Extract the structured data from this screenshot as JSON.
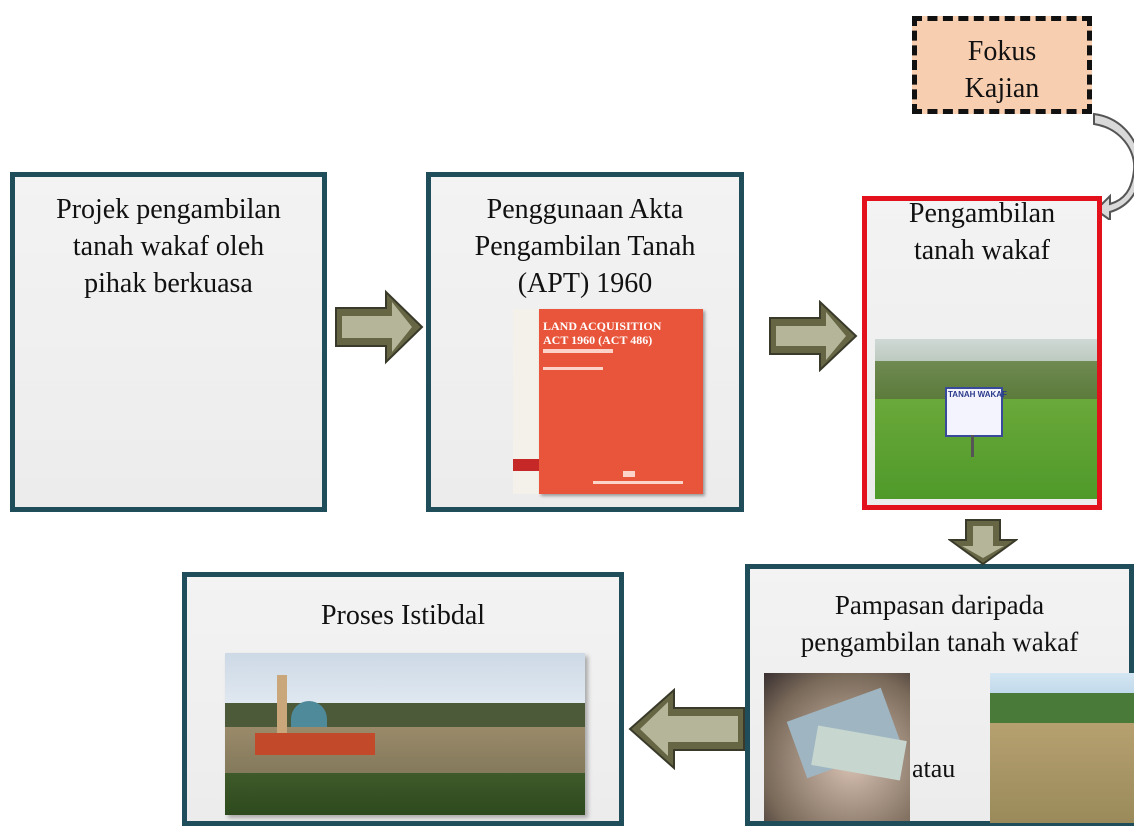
{
  "focus": {
    "line1": "Fokus",
    "line2": "Kajian"
  },
  "boxes": {
    "projek": {
      "line1": "Projek pengambilan",
      "line2": "tanah wakaf oleh",
      "line3": "pihak berkuasa"
    },
    "akta": {
      "line1": "Penggunaan Akta",
      "line2": "Pengambilan Tanah",
      "line3": "(APT) 1960",
      "book_title1": "LAND ACQUISITION",
      "book_title2": "ACT 1960 (ACT 486)"
    },
    "pengambilan": {
      "line1": "Pengambilan",
      "line2": "tanah wakaf",
      "sign_text": "TANAH WAKAF"
    },
    "pampasan": {
      "line1": "Pampasan daripada",
      "line2": "pengambilan tanah wakaf",
      "or_text": "atau"
    },
    "istibdal": {
      "line1": "Proses Istibdal"
    }
  },
  "colors": {
    "box_border": "#1f4e5a",
    "focus_border": "#e3111b",
    "arrow_fill": "#666645",
    "focus_fill": "#f8ceb0"
  }
}
